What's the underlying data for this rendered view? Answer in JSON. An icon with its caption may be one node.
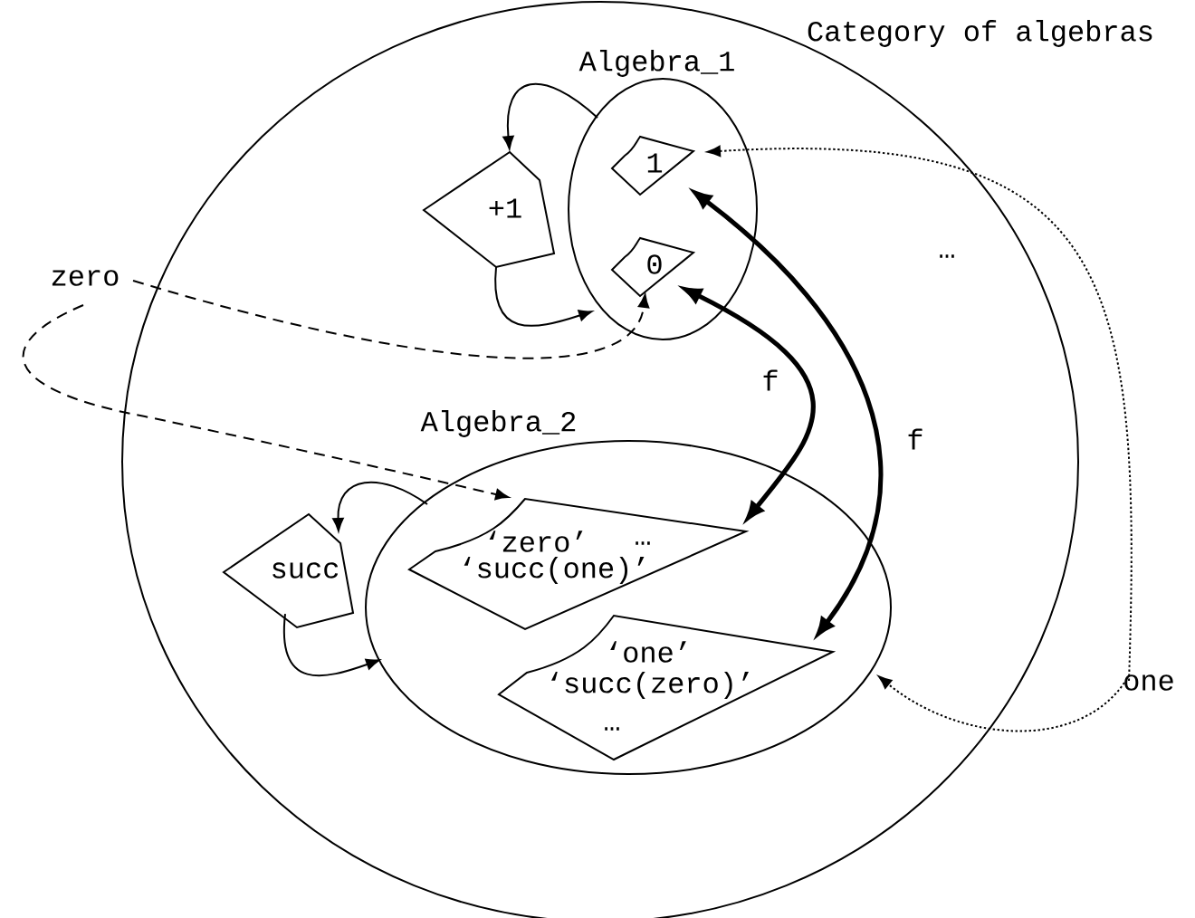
{
  "diagram": {
    "nodes": [
      {
        "text": [
          "Category of algebras"
        ]
      },
      {
        "text": [
          "Algebra_1"
        ],
        "in": 0
      },
      {
        "text": [
          "+1"
        ],
        "in": 0
      },
      {
        "text": [
          "1"
        ],
        "in": 1
      },
      {
        "text": [
          "0"
        ],
        "in": 1
      },
      {
        "text": [
          "Algebra_2"
        ],
        "in": 0
      },
      {
        "text": [
          "succ"
        ],
        "in": 0
      },
      {
        "text": [
          "‘zero’",
          "…",
          "‘succ(one)’"
        ],
        "in": 5
      },
      {
        "text": [
          "‘one’",
          "‘succ(zero)’",
          "…"
        ],
        "in": 5
      },
      {
        "text": [
          "zero"
        ]
      },
      {
        "text": [
          "one"
        ]
      }
    ],
    "edges": [
      {
        "from": 1,
        "to": 2,
        "arrow": "to"
      },
      {
        "from": 2,
        "to": 1,
        "arrow": "to"
      },
      {
        "from": 5,
        "to": 6,
        "arrow": "to"
      },
      {
        "from": 6,
        "to": 5,
        "arrow": "to"
      },
      {
        "from": 9,
        "to": 4,
        "arrow": "to",
        "style": "dashed"
      },
      {
        "from": 9,
        "to": 7,
        "arrow": "to",
        "style": "dashed"
      },
      {
        "from": 4,
        "to": 7,
        "arrow": "both",
        "style": "thick",
        "label": "f"
      },
      {
        "from": 3,
        "to": 8,
        "arrow": "both",
        "style": "thick",
        "label": "f"
      },
      {
        "from": 10,
        "to": 3,
        "arrow": "to",
        "style": "dashed"
      },
      {
        "from": 10,
        "to": 5,
        "arrow": "to",
        "style": "dashed"
      }
    ],
    "labels": [
      "…"
    ]
  }
}
